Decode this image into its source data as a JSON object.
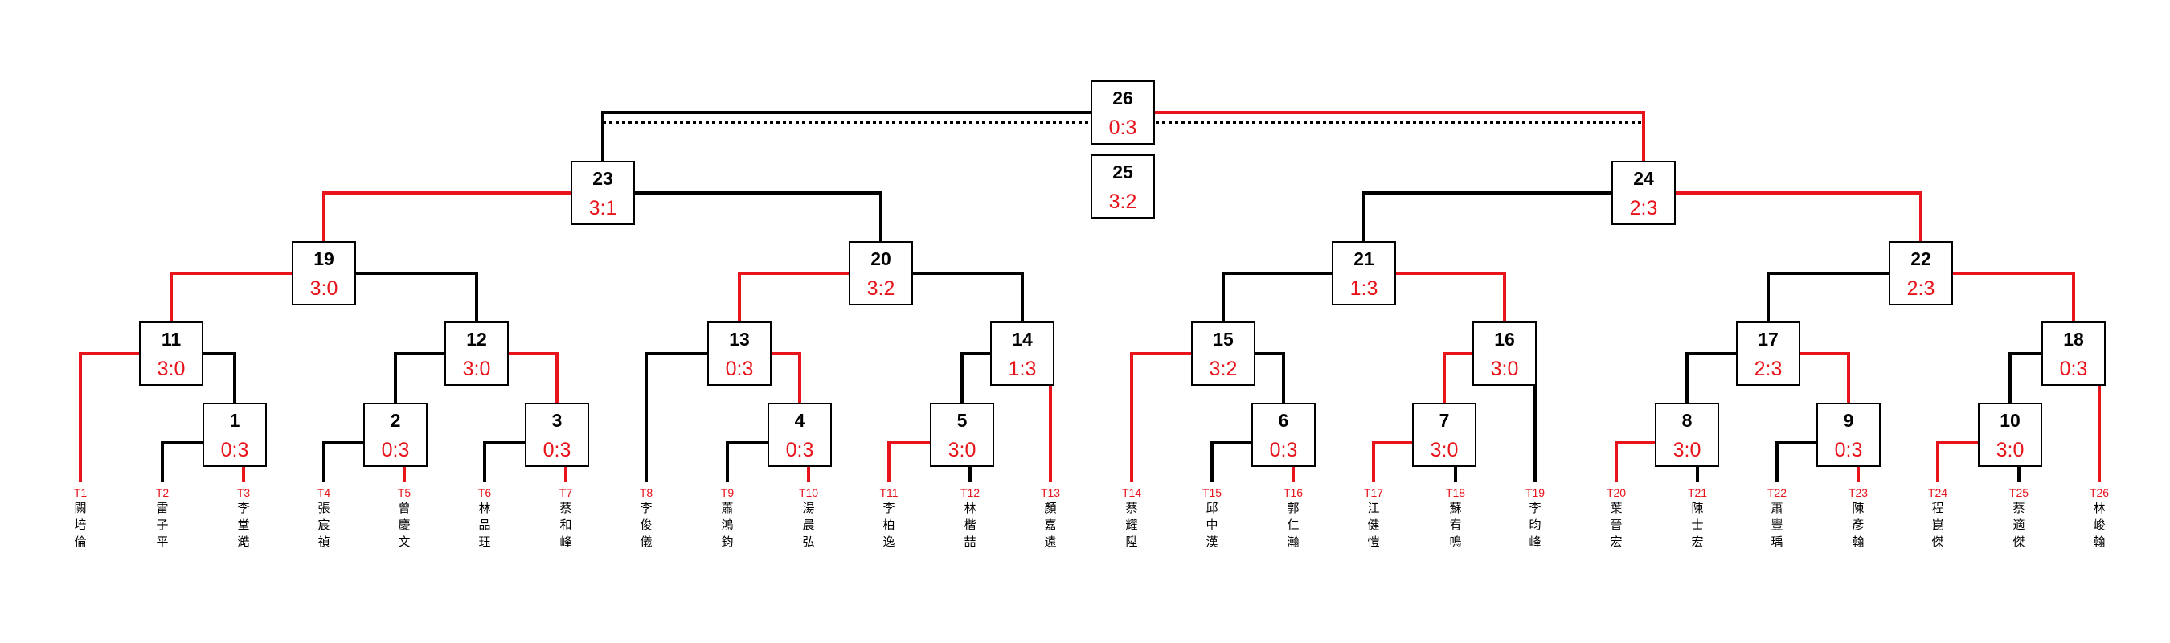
{
  "colors": {
    "winner_line": "#e8141b",
    "loser_line": "#000000",
    "seed": "#e8141b",
    "score": "#e8141b"
  },
  "entrants": [
    {
      "seed": "T1",
      "name": "闕培倫"
    },
    {
      "seed": "T2",
      "name": "雷子平"
    },
    {
      "seed": "T3",
      "name": "李堂澔"
    },
    {
      "seed": "T4",
      "name": "張宸禎"
    },
    {
      "seed": "T5",
      "name": "曾慶文"
    },
    {
      "seed": "T6",
      "name": "林品珏"
    },
    {
      "seed": "T7",
      "name": "蔡和峰"
    },
    {
      "seed": "T8",
      "name": "李俊儀"
    },
    {
      "seed": "T9",
      "name": "蕭鴻鈞"
    },
    {
      "seed": "T10",
      "name": "湯晨弘"
    },
    {
      "seed": "T11",
      "name": "李柏逸"
    },
    {
      "seed": "T12",
      "name": "林楷喆"
    },
    {
      "seed": "T13",
      "name": "顏嘉遠"
    },
    {
      "seed": "T14",
      "name": "蔡耀陞"
    },
    {
      "seed": "T15",
      "name": "邱中漢"
    },
    {
      "seed": "T16",
      "name": "郭仁瀚"
    },
    {
      "seed": "T17",
      "name": "江健愷"
    },
    {
      "seed": "T18",
      "name": "蘇宥鳴"
    },
    {
      "seed": "T19",
      "name": "李昀峰"
    },
    {
      "seed": "T20",
      "name": "葉晉宏"
    },
    {
      "seed": "T21",
      "name": "陳士宏"
    },
    {
      "seed": "T22",
      "name": "蕭豐瑀"
    },
    {
      "seed": "T23",
      "name": "陳彥翰"
    },
    {
      "seed": "T24",
      "name": "程崑傑"
    },
    {
      "seed": "T25",
      "name": "蔡適傑"
    },
    {
      "seed": "T26",
      "name": "林峻翰"
    }
  ],
  "matches": [
    {
      "id": "1",
      "score": "0:3"
    },
    {
      "id": "2",
      "score": "0:3"
    },
    {
      "id": "3",
      "score": "0:3"
    },
    {
      "id": "4",
      "score": "0:3"
    },
    {
      "id": "5",
      "score": "3:0"
    },
    {
      "id": "6",
      "score": "0:3"
    },
    {
      "id": "7",
      "score": "3:0"
    },
    {
      "id": "8",
      "score": "3:0"
    },
    {
      "id": "9",
      "score": "0:3"
    },
    {
      "id": "10",
      "score": "3:0"
    },
    {
      "id": "11",
      "score": "3:0"
    },
    {
      "id": "12",
      "score": "3:0"
    },
    {
      "id": "13",
      "score": "0:3"
    },
    {
      "id": "14",
      "score": "1:3"
    },
    {
      "id": "15",
      "score": "3:2"
    },
    {
      "id": "16",
      "score": "3:0"
    },
    {
      "id": "17",
      "score": "2:3"
    },
    {
      "id": "18",
      "score": "0:3"
    },
    {
      "id": "19",
      "score": "3:0"
    },
    {
      "id": "20",
      "score": "3:2"
    },
    {
      "id": "21",
      "score": "1:3"
    },
    {
      "id": "22",
      "score": "2:3"
    },
    {
      "id": "23",
      "score": "3:1"
    },
    {
      "id": "24",
      "score": "2:3"
    },
    {
      "id": "25",
      "score": "3:2"
    },
    {
      "id": "26",
      "score": "0:3"
    }
  ]
}
